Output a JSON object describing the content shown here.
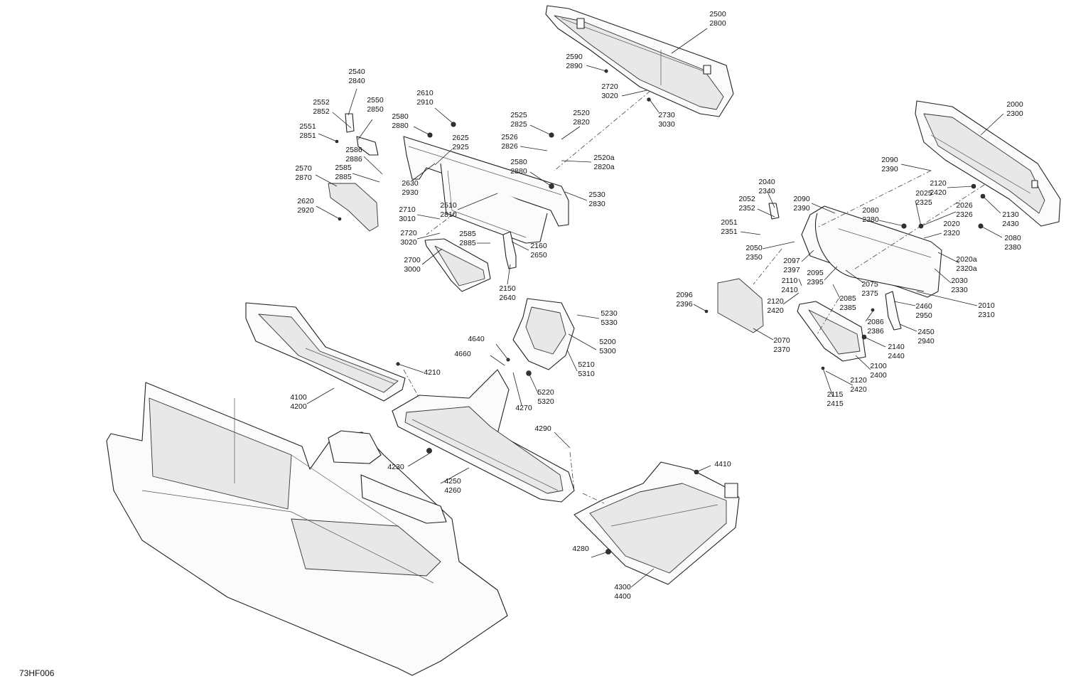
{
  "drawing_ref": "73HF006",
  "callouts": [
    {
      "id": "c2500",
      "lines": [
        "2500",
        "2800"
      ]
    },
    {
      "id": "c2590",
      "lines": [
        "2590",
        "2890"
      ]
    },
    {
      "id": "c2720a",
      "lines": [
        "2720",
        "3020"
      ]
    },
    {
      "id": "c2730",
      "lines": [
        "2730",
        "3030"
      ]
    },
    {
      "id": "c2540",
      "lines": [
        "2540",
        "2840"
      ]
    },
    {
      "id": "c2552",
      "lines": [
        "2552",
        "2852"
      ]
    },
    {
      "id": "c2550",
      "lines": [
        "2550",
        "2850"
      ]
    },
    {
      "id": "c2610",
      "lines": [
        "2610",
        "2910"
      ]
    },
    {
      "id": "c2580a",
      "lines": [
        "2580",
        "2880"
      ]
    },
    {
      "id": "c2525",
      "lines": [
        "2525",
        "2825"
      ]
    },
    {
      "id": "c2520",
      "lines": [
        "2520",
        "2820"
      ]
    },
    {
      "id": "c2551",
      "lines": [
        "2551",
        "2851"
      ]
    },
    {
      "id": "c2586",
      "lines": [
        "2586",
        "2886"
      ]
    },
    {
      "id": "c2625",
      "lines": [
        "2625",
        "2925"
      ]
    },
    {
      "id": "c2526",
      "lines": [
        "2526",
        "2826"
      ]
    },
    {
      "id": "c2520a",
      "lines": [
        "2520a",
        "2820a"
      ]
    },
    {
      "id": "c2570",
      "lines": [
        "2570",
        "2870"
      ]
    },
    {
      "id": "c2585a",
      "lines": [
        "2585",
        "2885"
      ]
    },
    {
      "id": "c2580b",
      "lines": [
        "2580",
        "2880"
      ]
    },
    {
      "id": "c2630",
      "lines": [
        "2630",
        "2930"
      ]
    },
    {
      "id": "c2530",
      "lines": [
        "2530",
        "2830"
      ]
    },
    {
      "id": "c2620",
      "lines": [
        "2620",
        "2920"
      ]
    },
    {
      "id": "c2510",
      "lines": [
        "2510",
        "2810"
      ]
    },
    {
      "id": "c2710",
      "lines": [
        "2710",
        "3010"
      ]
    },
    {
      "id": "c2720b",
      "lines": [
        "2720",
        "3020"
      ]
    },
    {
      "id": "c2585b",
      "lines": [
        "2585",
        "2885"
      ]
    },
    {
      "id": "c2160",
      "lines": [
        "2160",
        "2650"
      ]
    },
    {
      "id": "c2700",
      "lines": [
        "2700",
        "3000"
      ]
    },
    {
      "id": "c2150",
      "lines": [
        "2150",
        "2640"
      ]
    },
    {
      "id": "c2000",
      "lines": [
        "2000",
        "2300"
      ]
    },
    {
      "id": "c2090a",
      "lines": [
        "2090",
        "2390"
      ]
    },
    {
      "id": "c2120a",
      "lines": [
        "2120",
        "2420"
      ]
    },
    {
      "id": "c2040",
      "lines": [
        "2040",
        "2340"
      ]
    },
    {
      "id": "c2090b",
      "lines": [
        "2090",
        "2390"
      ]
    },
    {
      "id": "c2025",
      "lines": [
        "2025",
        "2325"
      ]
    },
    {
      "id": "c2052",
      "lines": [
        "2052",
        "2352"
      ]
    },
    {
      "id": "c2080a",
      "lines": [
        "2080",
        "2380"
      ]
    },
    {
      "id": "c2026",
      "lines": [
        "2026",
        "2326"
      ]
    },
    {
      "id": "c2130",
      "lines": [
        "2130",
        "2430"
      ]
    },
    {
      "id": "c2051",
      "lines": [
        "2051",
        "2351"
      ]
    },
    {
      "id": "c2020",
      "lines": [
        "2020",
        "2320"
      ]
    },
    {
      "id": "c2080b",
      "lines": [
        "2080",
        "2380"
      ]
    },
    {
      "id": "c2050",
      "lines": [
        "2050",
        "2350"
      ]
    },
    {
      "id": "c2097",
      "lines": [
        "2097",
        "2397"
      ]
    },
    {
      "id": "c2020a",
      "lines": [
        "2020a",
        "2320a"
      ]
    },
    {
      "id": "c2095",
      "lines": [
        "2095",
        "2395"
      ]
    },
    {
      "id": "c2110",
      "lines": [
        "2110",
        "2410"
      ]
    },
    {
      "id": "c2075",
      "lines": [
        "2075",
        "2375"
      ]
    },
    {
      "id": "c2030",
      "lines": [
        "2030",
        "2330"
      ]
    },
    {
      "id": "c2085",
      "lines": [
        "2085",
        "2385"
      ]
    },
    {
      "id": "c2096",
      "lines": [
        "2096",
        "2396"
      ]
    },
    {
      "id": "c2120b",
      "lines": [
        "2120",
        "2420"
      ]
    },
    {
      "id": "c2010",
      "lines": [
        "2010",
        "2310"
      ]
    },
    {
      "id": "c2460",
      "lines": [
        "2460",
        "2950"
      ]
    },
    {
      "id": "c2086",
      "lines": [
        "2086",
        "2386"
      ]
    },
    {
      "id": "c2450",
      "lines": [
        "2450",
        "2940"
      ]
    },
    {
      "id": "c2070",
      "lines": [
        "2070",
        "2370"
      ]
    },
    {
      "id": "c2140",
      "lines": [
        "2140",
        "2440"
      ]
    },
    {
      "id": "c2100",
      "lines": [
        "2100",
        "2400"
      ]
    },
    {
      "id": "c2120c",
      "lines": [
        "2120",
        "2420"
      ]
    },
    {
      "id": "c2115",
      "lines": [
        "2115",
        "2415"
      ]
    },
    {
      "id": "c5230",
      "lines": [
        "5230",
        "5330"
      ]
    },
    {
      "id": "c5200",
      "lines": [
        "5200",
        "5300"
      ]
    },
    {
      "id": "c4640",
      "lines": [
        "4640"
      ]
    },
    {
      "id": "c4660",
      "lines": [
        "4660"
      ]
    },
    {
      "id": "c5210",
      "lines": [
        "5210",
        "5310"
      ]
    },
    {
      "id": "c4210",
      "lines": [
        "4210"
      ]
    },
    {
      "id": "c5220",
      "lines": [
        "5220",
        "5320"
      ]
    },
    {
      "id": "c4270",
      "lines": [
        "4270"
      ]
    },
    {
      "id": "c4100",
      "lines": [
        "4100",
        "4200"
      ]
    },
    {
      "id": "c4290",
      "lines": [
        "4290"
      ]
    },
    {
      "id": "c4230",
      "lines": [
        "4230"
      ]
    },
    {
      "id": "c4250",
      "lines": [
        "4250",
        "4260"
      ]
    },
    {
      "id": "c4410",
      "lines": [
        "4410"
      ]
    },
    {
      "id": "c4280",
      "lines": [
        "4280"
      ]
    },
    {
      "id": "c4300",
      "lines": [
        "4300",
        "4400"
      ]
    }
  ]
}
